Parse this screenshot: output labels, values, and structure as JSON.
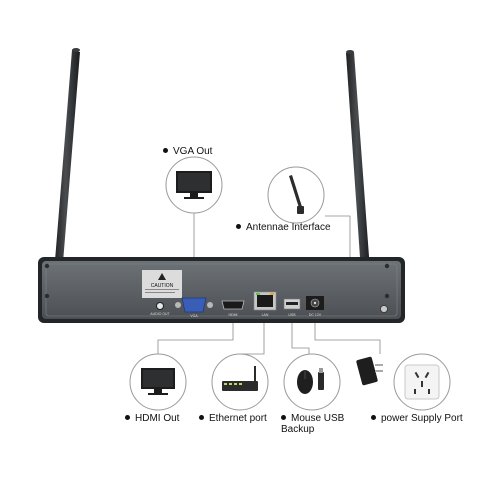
{
  "labels": {
    "vga_out": "VGA Out",
    "antennae_interface": "Antennae Interface",
    "hdmi_out": "HDMI Out",
    "ethernet_port": "Ethernet port",
    "mouse_usb_backup": "Mouse USB Backup",
    "power_supply_port": "power Supply Port"
  },
  "panel_text": {
    "caution": "CAUTION",
    "audio_out": "AUDIO OUT",
    "vga": "VGA",
    "hdmi": "HDMI",
    "lan": "LAN",
    "usb": "USB",
    "dc": "DC 12V"
  },
  "colors": {
    "device_body": "#5a5f63",
    "device_edge": "#1f2326",
    "antenna": "#2b2d2f",
    "vga_port": "#3a5db5",
    "leader_line": "#888888",
    "circle_stroke": "#9a9a9a"
  }
}
